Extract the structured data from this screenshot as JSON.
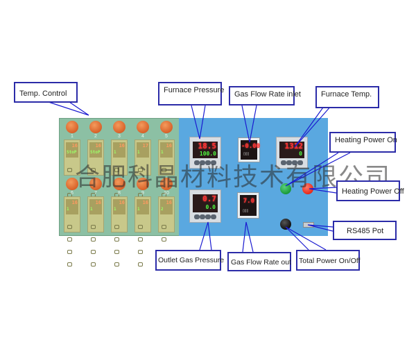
{
  "callouts": {
    "temp_control": "Temp. Control",
    "furnace_pressure": "Furnace Pressure",
    "gas_flow_inlet": "Gas Flow Rate inlet",
    "furnace_temp": "Furnace Temp.",
    "heating_power_on": "Heating Power On",
    "heating_power_off": "Heating Power Off",
    "rs485_port": "RS485 Pot",
    "outlet_gas_pressure": "Outlet Gas Pressure",
    "gas_flow_out": "Gas Flow Rate out",
    "total_power": "Total Power On/Off"
  },
  "temp_controllers": [
    {
      "num": "1",
      "pv": "16",
      "sv": "StoP"
    },
    {
      "num": "2",
      "pv": "16",
      "sv": "StoP"
    },
    {
      "num": "3",
      "pv": "16",
      "sv": "1"
    },
    {
      "num": "4",
      "pv": "17",
      "sv": "1"
    },
    {
      "num": "5",
      "pv": "16",
      "sv": "1"
    },
    {
      "num": "6",
      "pv": "16",
      "sv": "1"
    },
    {
      "num": "7",
      "pv": "16",
      "sv": "1"
    },
    {
      "num": "8",
      "pv": "16",
      "sv": "1"
    },
    {
      "num": "9",
      "pv": "16",
      "sv": "1"
    },
    {
      "num": "10",
      "pv": "16",
      "sv": "2"
    }
  ],
  "meters": {
    "furnace_pressure": {
      "pv": "18.5",
      "sv": "100.0"
    },
    "gas_flow_inlet": {
      "pv": "-0.00"
    },
    "furnace_temp": {
      "pv": "1312",
      "sv": "0"
    },
    "outlet_pressure": {
      "pv": "0.7",
      "sv": "0.0"
    },
    "gas_flow_out": {
      "pv": "7.0"
    }
  },
  "watermark": "合肥科晶材料技术有限公司",
  "colors": {
    "callout_border": "#2b2ba8",
    "leader_line": "#1a1ad0",
    "panel_green": "#8cc0a4",
    "panel_blue": "#5aa8e0",
    "button_on": "#1a9a3a",
    "button_off": "#e82a1a"
  }
}
